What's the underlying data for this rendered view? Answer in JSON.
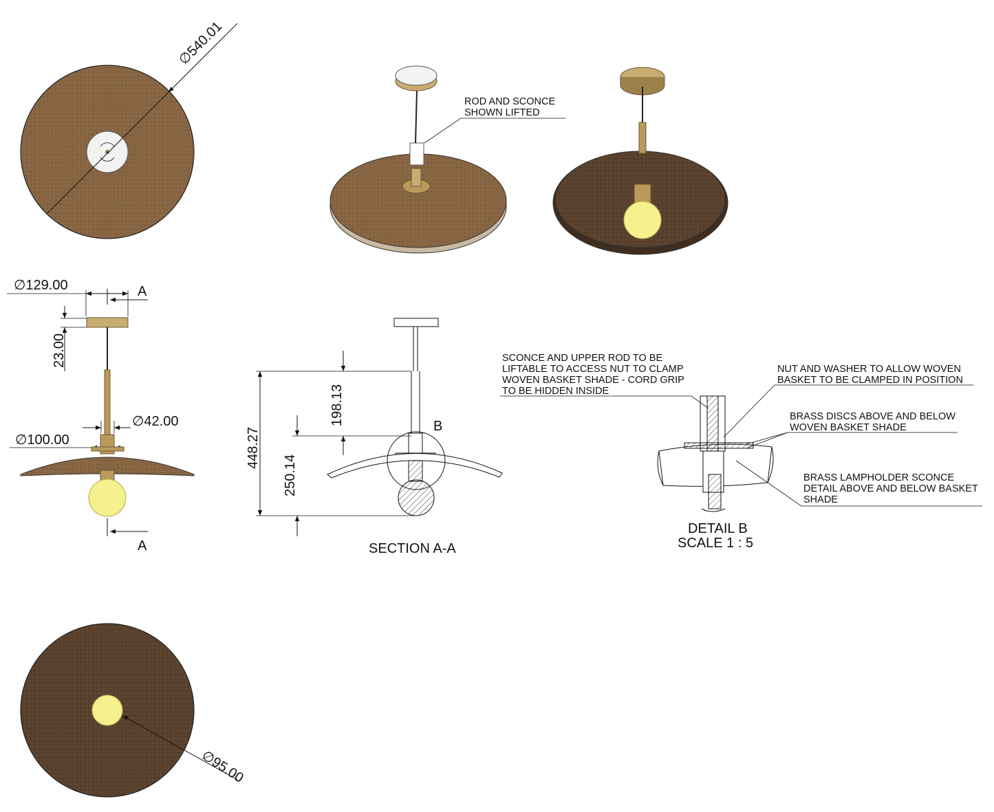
{
  "colors": {
    "rattan_light": "#8a6744",
    "rattan_dark": "#5c4430",
    "brass": "#b99a5b",
    "bulb": "#f4f08e",
    "line": "#111111"
  },
  "top_view": {
    "diameter": "540.01"
  },
  "iso_views": {
    "note_lines": [
      "ROD AND SCONCE",
      "SHOWN LIFTED"
    ]
  },
  "front_view": {
    "dim_sconce": "129.00",
    "dim_sconce_height": "23.00",
    "dim_rod": "42.00",
    "dim_disc": "100.00",
    "section_marker_top": "A",
    "section_marker_bottom": "A"
  },
  "section_view": {
    "dim_overall": "448.27",
    "dim_upper": "198.13",
    "dim_lower": "250.14",
    "detail_marker": "B",
    "title": "SECTION A-A"
  },
  "detail_view": {
    "title": "DETAIL B",
    "scale": "SCALE 1 : 5",
    "note1_lines": [
      "SCONCE AND UPPER ROD TO BE",
      "LIFTABLE TO ACCESS NUT TO CLAMP",
      "WOVEN BASKET SHADE - CORD GRIP",
      "TO BE HIDDEN INSIDE"
    ],
    "note2_lines": [
      "NUT AND WASHER TO ALLOW WOVEN",
      "BASKET TO BE CLAMPED IN POSITION"
    ],
    "note3_lines": [
      "BRASS DISCS ABOVE AND BELOW",
      "WOVEN BASKET SHADE"
    ],
    "note4_lines": [
      "BRASS LAMPHOLDER SCONCE",
      "DETAIL ABOVE AND BELOW BASKET",
      "SHADE"
    ]
  },
  "bottom_view": {
    "diameter": "95.00"
  },
  "symbols": {
    "diameter": "∅"
  }
}
